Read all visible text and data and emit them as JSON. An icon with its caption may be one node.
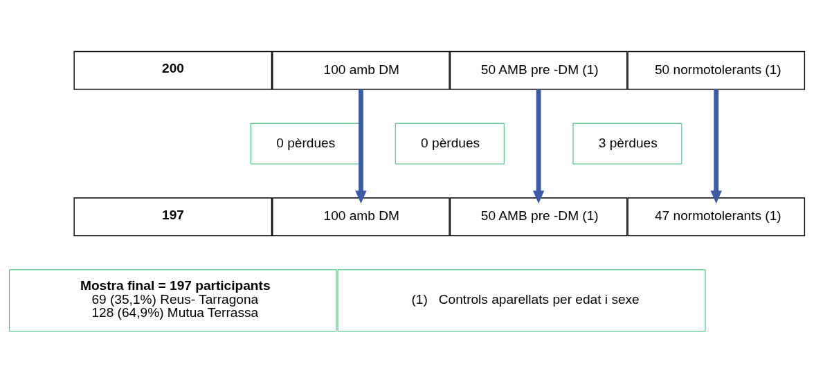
{
  "diagram": {
    "nodes": [
      {
        "text": [
          "200"
        ]
      },
      {
        "text": [
          "100 amb DM"
        ]
      },
      {
        "text": [
          "50 AMB pre -DM (1)"
        ]
      },
      {
        "text": [
          "50 normotolerants (1)"
        ]
      },
      {
        "text": [
          "0 pèrdues"
        ]
      },
      {
        "text": [
          "0 pèrdues"
        ]
      },
      {
        "text": [
          "3 pèrdues"
        ]
      },
      {
        "text": [
          "197"
        ]
      },
      {
        "text": [
          "100 amb DM"
        ]
      },
      {
        "text": [
          "50 AMB pre -DM (1)"
        ]
      },
      {
        "text": [
          "47 normotolerants (1)"
        ]
      },
      {
        "text": [
          "Mostra final = 197 participants",
          "69 (35,1%) Reus- Tarragona",
          "128 (64,9%) Mutua Terrassa"
        ]
      },
      {
        "text": [
          "(1)   Controls aparellats per edat i sexe"
        ]
      }
    ],
    "edges": [
      {
        "from": 1,
        "to": 8,
        "arrow": "to"
      },
      {
        "from": 2,
        "to": 9,
        "arrow": "to"
      },
      {
        "from": 3,
        "to": 10,
        "arrow": "to"
      }
    ]
  }
}
